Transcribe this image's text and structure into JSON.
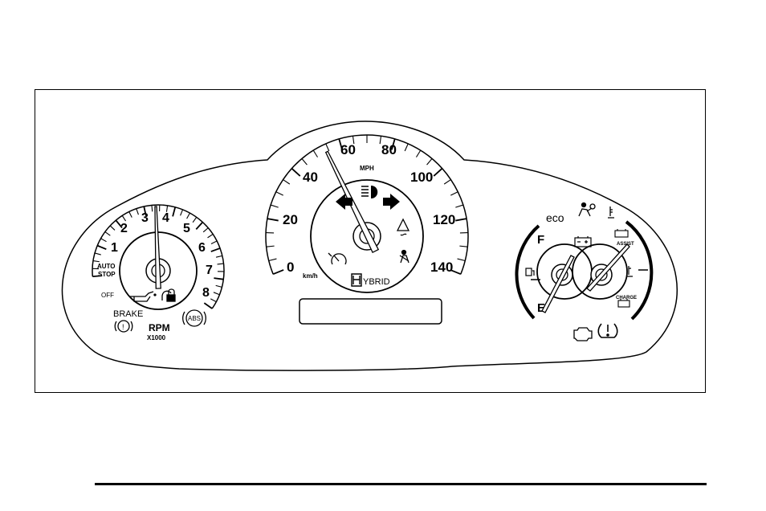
{
  "tachometer": {
    "numbers": [
      "1",
      "2",
      "3",
      "4",
      "5",
      "6",
      "7",
      "8"
    ],
    "auto_stop_line1": "AUTO",
    "auto_stop_line2": "STOP",
    "off_label": "OFF",
    "unit": "RPM",
    "multiplier": "X1000",
    "brake_label": "BRAKE",
    "abs_label": "ABS",
    "oil_icon": "oil-can-icon",
    "security_icon": "security-lock-icon",
    "brake_icon": "brake-warning-icon"
  },
  "speedometer": {
    "numbers": [
      "0",
      "20",
      "40",
      "60",
      "80",
      "100",
      "120",
      "140"
    ],
    "unit_mph": "MPH",
    "unit_kmh": "km/h",
    "hybrid_label": "YBRID",
    "icons": [
      "left-turn-signal-icon",
      "high-beam-icon",
      "right-turn-signal-icon",
      "traction-control-icon",
      "seatbelt-icon",
      "cruise-control-icon",
      "hybrid-logo-icon"
    ]
  },
  "right_gauges": {
    "eco_label": "eco",
    "fuel_full": "F",
    "fuel_empty": "E",
    "assist_label": "ASSIST",
    "charge_label": "CHARGE",
    "icons": [
      "airbag-icon",
      "coolant-temp-icon",
      "battery-icon",
      "fuel-pump-icon",
      "temperature-icon",
      "engine-check-icon",
      "tire-pressure-icon"
    ]
  },
  "odometer_display": ""
}
